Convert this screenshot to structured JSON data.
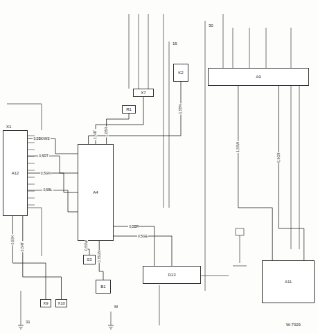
{
  "diagram": {
    "nodes": [
      {
        "text": [
          "A12"
        ]
      },
      {
        "text": [
          "A4"
        ]
      },
      {
        "text": [
          "A9"
        ]
      },
      {
        "text": [
          "D13"
        ]
      },
      {
        "text": [
          "A11"
        ]
      },
      {
        "text": [
          "K2"
        ]
      },
      {
        "text": [
          "X7"
        ]
      },
      {
        "text": [
          "R1"
        ]
      },
      {
        "text": [
          "S3"
        ]
      },
      {
        "text": [
          "B1"
        ]
      },
      {
        "text": [
          "X9"
        ]
      },
      {
        "text": [
          "X10"
        ]
      }
    ],
    "edges": [
      {
        "from": 0,
        "to": 1,
        "arrow": "none",
        "label": "0,5BK/WS"
      },
      {
        "from": 0,
        "to": 1,
        "arrow": "none",
        "label": "0,5RT"
      },
      {
        "from": 0,
        "to": 1,
        "arrow": "none",
        "label": "0,5GN"
      },
      {
        "from": 0,
        "to": 1,
        "arrow": "none",
        "label": "0,5BL"
      },
      {
        "from": 1,
        "to": 3,
        "arrow": "none",
        "label": "0,5BR"
      },
      {
        "from": 1,
        "to": 3,
        "arrow": "none",
        "label": "0,5GE"
      },
      {
        "from": 1,
        "to": 8,
        "arrow": "none",
        "label": "0,5SW"
      },
      {
        "from": 1,
        "to": 6,
        "arrow": "none",
        "label": "1,5RT"
      },
      {
        "from": 1,
        "to": 7,
        "arrow": "none",
        "label": "1,0BR"
      },
      {
        "from": 2,
        "to": 4,
        "arrow": "none",
        "label": "1,5SW"
      },
      {
        "from": 2,
        "to": 4,
        "arrow": "none",
        "label": "0,5GR"
      },
      {
        "from": 0,
        "to": 10,
        "arrow": "none",
        "label": "0,5BK"
      },
      {
        "from": 0,
        "to": 11,
        "arrow": "none",
        "label": "0,5RT"
      },
      {
        "from": 1,
        "to": 9,
        "arrow": "none",
        "label": "0,75GN"
      },
      {
        "from": 5,
        "to": 1,
        "arrow": "none",
        "label": "1,5BN"
      }
    ],
    "labels": [
      "W-7029",
      "31",
      "30",
      "15",
      "X1",
      "M"
    ]
  }
}
